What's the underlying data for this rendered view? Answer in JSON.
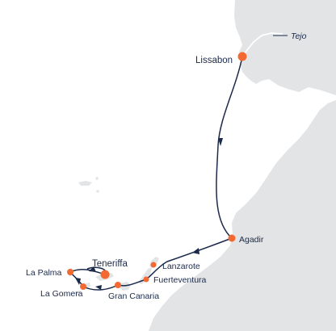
{
  "map": {
    "colors": {
      "sea": "#ffffff",
      "land": "#e2e4e6",
      "route": "#1b2a4a",
      "port": "#f26a32",
      "label": "#1b2a4a"
    },
    "river": {
      "name": "Tejo"
    },
    "ports": [
      {
        "id": "lissabon",
        "name": "Lissabon"
      },
      {
        "id": "agadir",
        "name": "Agadir"
      },
      {
        "id": "lanzarote",
        "name": "Lanzarote"
      },
      {
        "id": "fuerteventura",
        "name": "Fuerteventura"
      },
      {
        "id": "gran-canaria",
        "name": "Gran Canaria"
      },
      {
        "id": "teneriffa",
        "name": "Teneriffa"
      },
      {
        "id": "la-palma",
        "name": "La Palma"
      },
      {
        "id": "la-gomera",
        "name": "La Gomera"
      }
    ]
  }
}
